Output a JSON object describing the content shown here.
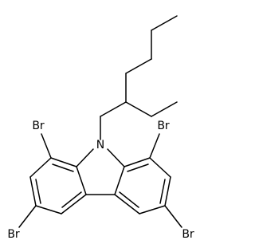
{
  "atoms": {
    "nitrogen": "N",
    "br_top_left": "Br",
    "br_top_right": "Br",
    "br_bottom_left": "Br",
    "br_bottom_right": "Br"
  },
  "colors": {
    "bond": "#000000",
    "text": "#000000",
    "background": "#ffffff"
  }
}
